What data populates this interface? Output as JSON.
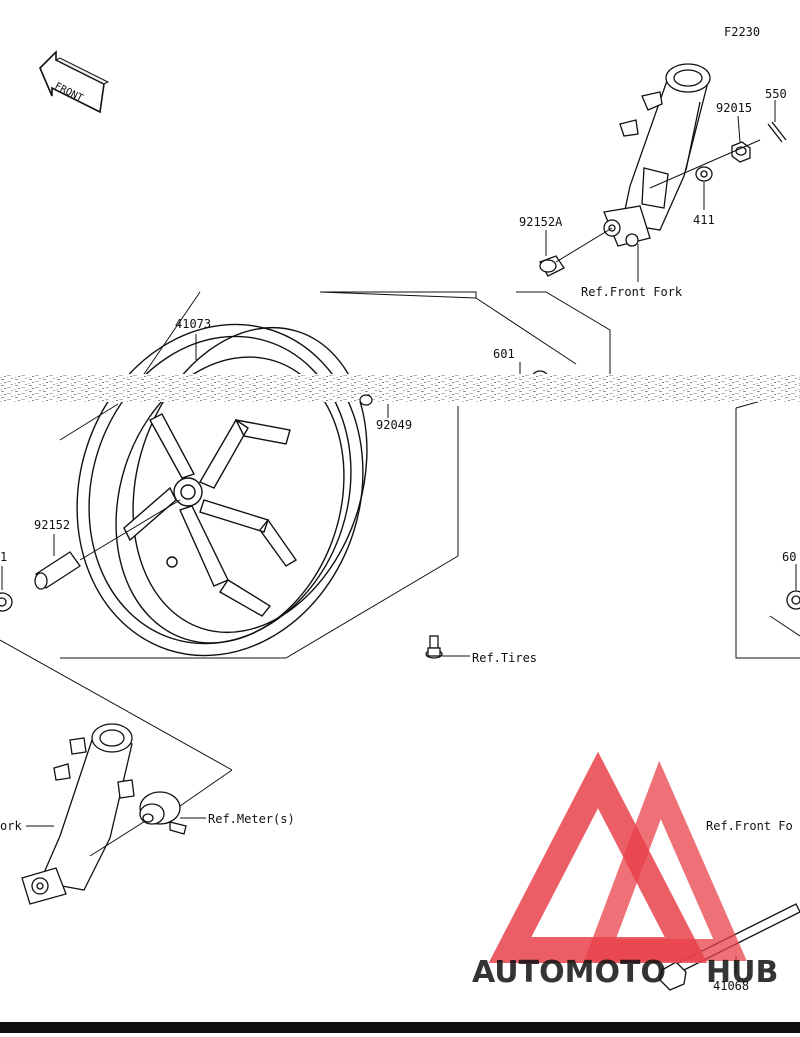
{
  "diagram": {
    "code": "F2230",
    "front_label": "FRONT",
    "parts": {
      "p550": "550",
      "p92015": "92015",
      "p411": "411",
      "p92152A": "92152A",
      "p41073": "41073",
      "p601_top": "601",
      "p92049": "92049",
      "p92152": "92152",
      "p1_left": "1",
      "p60_right": "60",
      "p41068": "41068"
    },
    "refs": {
      "front_fork_top": "Ref.Front Fork",
      "tires": "Ref.Tires",
      "meters": "Ref.Meter(s)",
      "front_fork_left": "ork",
      "front_fork_right": "Ref.Front Fo"
    }
  },
  "watermark": {
    "part1": "AUTOMOTO",
    "part2": "HUB",
    "color_red": "#e8424a",
    "color_orange": "#f5a623",
    "color_dark": "#3a3a3a"
  }
}
